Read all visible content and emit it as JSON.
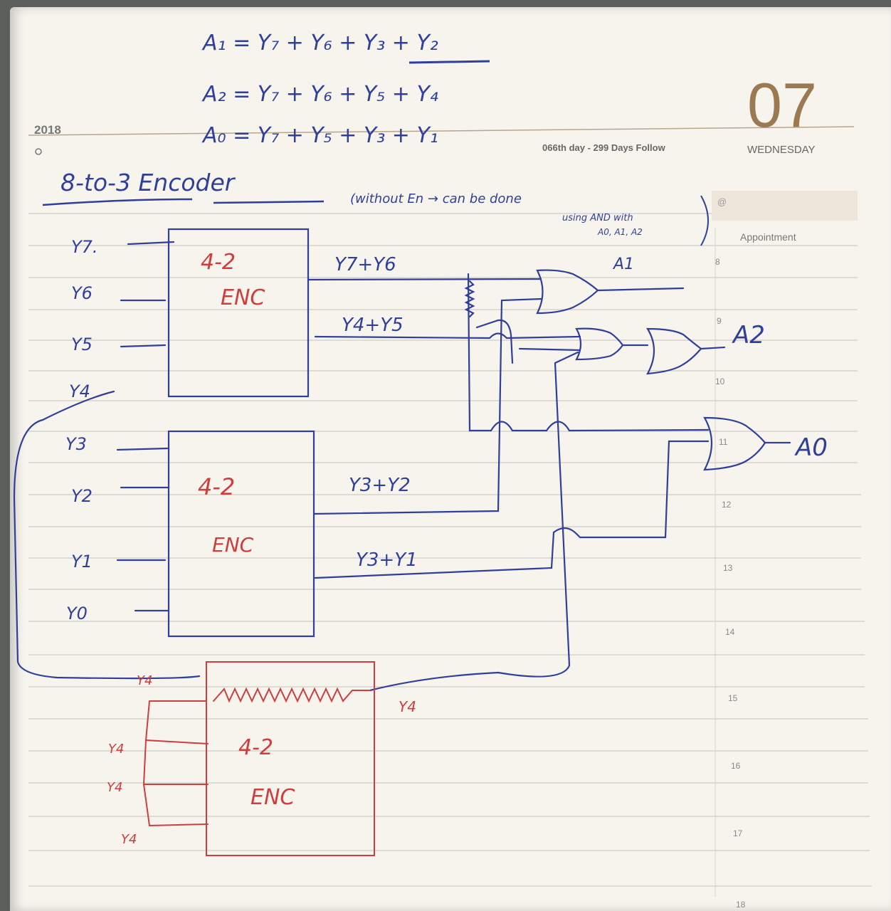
{
  "planner": {
    "year": "2018",
    "day_number": "07",
    "weekday": "WEDNESDAY",
    "day_progress": "066th day - 299 Days Follow",
    "appointment_label": "Appointment",
    "hours": [
      "8",
      "9",
      "10",
      "11",
      "12",
      "13",
      "14",
      "15",
      "16",
      "17",
      "18"
    ]
  },
  "notes": {
    "eq_a1": "A₁ = Y₇ + Y₆ + Y₃ + Y₂",
    "eq_a2": "A₂ = Y₇ + Y₆ + Y₅ + Y₄",
    "eq_a0": "A₀ = Y₇ + Y₅ + Y₃ + Y₁",
    "title": "8-to-3 Encoder",
    "note_line1": "(without En → can be done",
    "note_line2": "using AND with",
    "note_line3": "A0, A1, A2"
  },
  "circuit": {
    "top_inputs": [
      "Y7.",
      "Y6",
      "Y5",
      "Y4"
    ],
    "bottom_inputs": [
      "Y3",
      "Y2",
      "Y1",
      "Y0"
    ],
    "enc_top_label1": "4-2",
    "enc_top_label2": "ENC",
    "enc_bottom_label1": "4-2",
    "enc_bottom_label2": "ENC",
    "wire_y7y6": "Y7+Y6",
    "wire_y4y5": "Y4+Y5",
    "wire_y3y2": "Y3+Y2",
    "wire_y3y1": "Y3+Y1",
    "out_a1": "A1",
    "out_a2": "A2",
    "out_a0": "A0"
  },
  "red_block": {
    "label1": "4-2",
    "label2": "ENC",
    "input_labels": [
      "Y4",
      "Y4",
      "Y4",
      "Y4"
    ],
    "output_label": "Y4"
  },
  "colors": {
    "paper": "#f7f4ee",
    "ruling": "#c9c6c0",
    "ink_blue": "#2f3f9a",
    "ink_red": "#cf3d3d",
    "print_gray": "#6b6b6b",
    "accent_brown": "#9b7a52"
  }
}
